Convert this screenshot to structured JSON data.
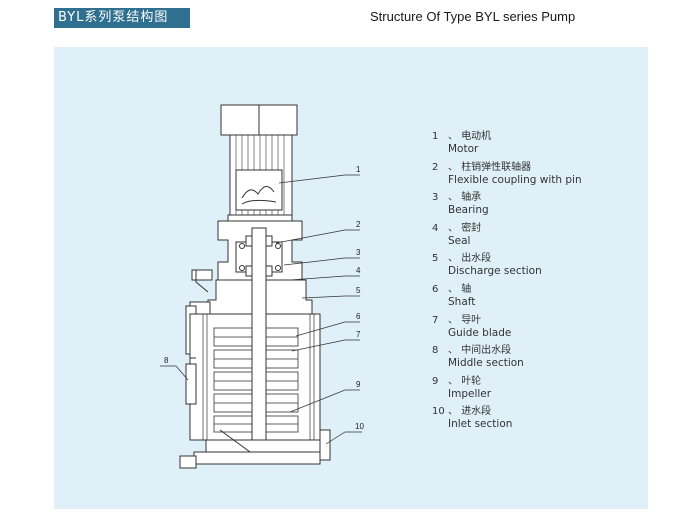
{
  "header": {
    "badge": "BYL系列泵结构图",
    "title": "Structure Of Type BYL series Pump"
  },
  "colors": {
    "badge_bg": "#2f6f8f",
    "panel_bg": "#dff0f8",
    "line": "#333333"
  },
  "callouts": [
    "1",
    "2",
    "3",
    "4",
    "5",
    "6",
    "7",
    "8",
    "9",
    "10"
  ],
  "legend": [
    {
      "num": "1",
      "sep": "、",
      "cn": "电动机",
      "en": "Motor"
    },
    {
      "num": "2",
      "sep": "、",
      "cn": "柱销弹性联轴器",
      "en": "Flexible coupling with pin"
    },
    {
      "num": "3",
      "sep": "、",
      "cn": "轴承",
      "en": "Bearing"
    },
    {
      "num": "4",
      "sep": "、",
      "cn": "密封",
      "en": "Seal"
    },
    {
      "num": "5",
      "sep": "、",
      "cn": "出水段",
      "en": "Discharge section"
    },
    {
      "num": "6",
      "sep": "、",
      "cn": "轴",
      "en": "Shaft"
    },
    {
      "num": "7",
      "sep": "、",
      "cn": "导叶",
      "en": "Guide blade"
    },
    {
      "num": "8",
      "sep": "、",
      "cn": "中间出水段",
      "en": "Middle section"
    },
    {
      "num": "9",
      "sep": "、",
      "cn": "叶轮",
      "en": "Impeller"
    },
    {
      "num": "10",
      "sep": "、",
      "cn": "进水段",
      "en": "Inlet section"
    }
  ]
}
